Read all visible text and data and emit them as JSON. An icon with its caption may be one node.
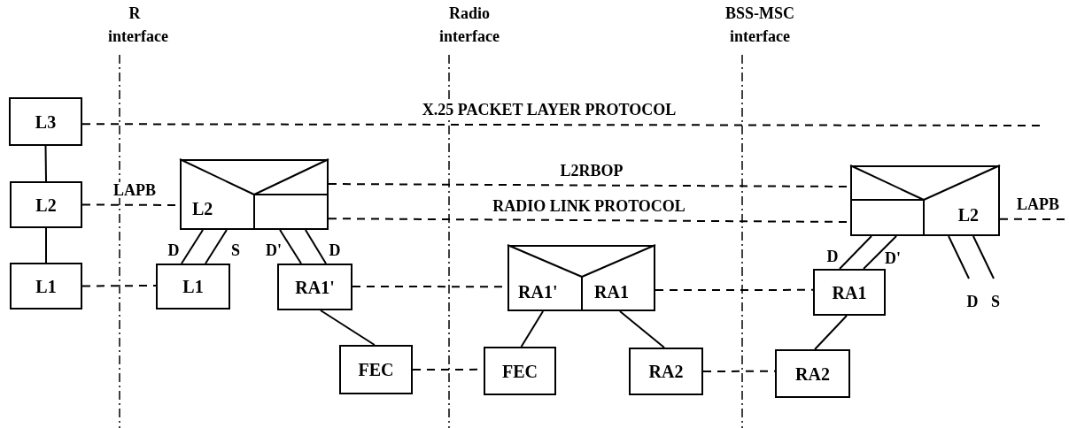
{
  "diagram": {
    "nodes": [
      {
        "text": [
          "L3"
        ]
      },
      {
        "text": [
          "L2"
        ]
      },
      {
        "text": [
          "L1"
        ]
      },
      {
        "text": [
          "L2"
        ]
      },
      {
        "text": [
          "L1"
        ]
      },
      {
        "text": [
          "RA1'"
        ]
      },
      {
        "text": [
          "FEC"
        ]
      },
      {
        "text": [
          "RA1'",
          "RA1"
        ]
      },
      {
        "text": [
          "FEC"
        ]
      },
      {
        "text": [
          "RA2"
        ]
      },
      {
        "text": [
          "L2"
        ]
      },
      {
        "text": [
          "RA1"
        ]
      },
      {
        "text": [
          "RA2"
        ]
      }
    ],
    "edges": [
      {
        "from": 0,
        "to": null,
        "arrow": "none",
        "style": "dashed",
        "label": "X.25 PACKET LAYER PROTOCOL"
      },
      {
        "from": 1,
        "to": 3,
        "arrow": "none",
        "style": "dashed",
        "label": "LAPB"
      },
      {
        "from": 3,
        "to": 10,
        "arrow": "none",
        "style": "dashed",
        "label": "L2RBOP"
      },
      {
        "from": 3,
        "to": 10,
        "arrow": "none",
        "style": "dashed",
        "label": "RADIO LINK PROTOCOL"
      },
      {
        "from": 10,
        "to": null,
        "arrow": "none",
        "style": "dashed",
        "label": "LAPB"
      },
      {
        "from": 2,
        "to": 4,
        "arrow": "none",
        "style": "dashed"
      },
      {
        "from": 5,
        "to": 7,
        "arrow": "none",
        "style": "dashed"
      },
      {
        "from": 7,
        "to": 11,
        "arrow": "none",
        "style": "dashed"
      },
      {
        "from": 6,
        "to": 8,
        "arrow": "none",
        "style": "dashed"
      },
      {
        "from": 9,
        "to": 12,
        "arrow": "none",
        "style": "dashed"
      },
      {
        "from": 0,
        "to": 1,
        "arrow": "none"
      },
      {
        "from": 1,
        "to": 2,
        "arrow": "none"
      },
      {
        "from": 3,
        "to": 4,
        "arrow": "none",
        "label": "D"
      },
      {
        "from": 3,
        "to": 4,
        "arrow": "none",
        "label": "S"
      },
      {
        "from": 3,
        "to": 5,
        "arrow": "none",
        "label": "D'"
      },
      {
        "from": 3,
        "to": 5,
        "arrow": "none",
        "label": "D"
      },
      {
        "from": 5,
        "to": 6,
        "arrow": "none"
      },
      {
        "from": 7,
        "to": 8,
        "arrow": "none"
      },
      {
        "from": 7,
        "to": 9,
        "arrow": "none"
      },
      {
        "from": 10,
        "to": 11,
        "arrow": "none",
        "label": "D"
      },
      {
        "from": 10,
        "to": 11,
        "arrow": "none",
        "label": "D'"
      },
      {
        "from": 11,
        "to": 12,
        "arrow": "none"
      },
      {
        "from": 10,
        "to": null,
        "arrow": "none",
        "label": "D"
      },
      {
        "from": 10,
        "to": null,
        "arrow": "none",
        "label": "S"
      }
    ],
    "labels": [
      "R interface",
      "Radio interface",
      "BSS-MSC interface"
    ]
  }
}
